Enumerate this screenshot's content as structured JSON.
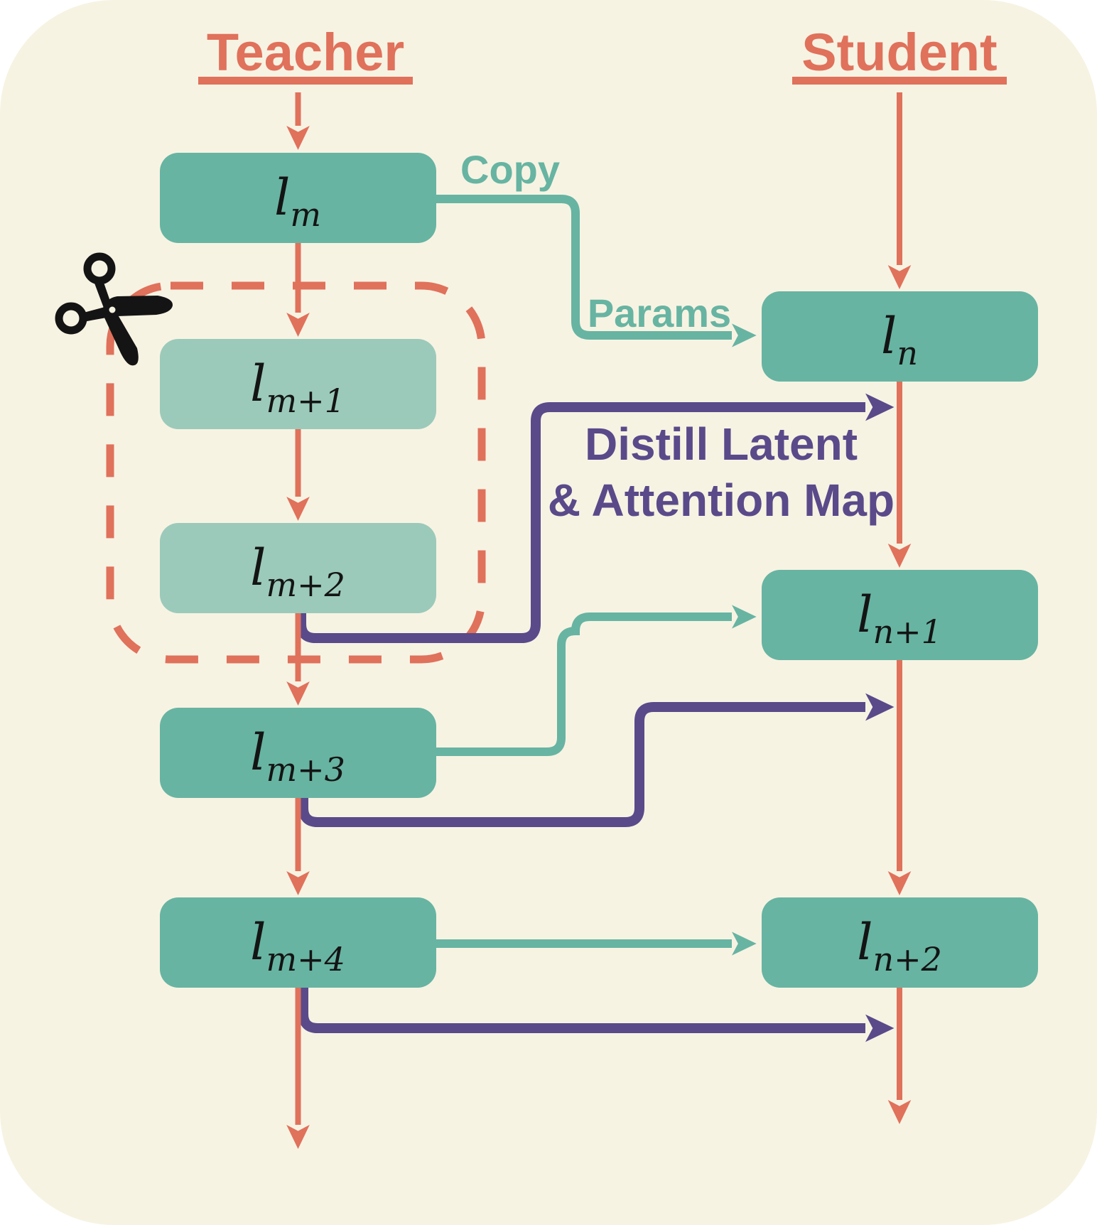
{
  "diagram": {
    "teacher": {
      "title": "Teacher"
    },
    "student": {
      "title": "Student"
    },
    "boxes": {
      "lm": {
        "main": "l",
        "sub": "m"
      },
      "lm1": {
        "main": "l",
        "sub": "m+1"
      },
      "lm2": {
        "main": "l",
        "sub": "m+2"
      },
      "lm3": {
        "main": "l",
        "sub": "m+3"
      },
      "lm4": {
        "main": "l",
        "sub": "m+4"
      },
      "ln": {
        "main": "l",
        "sub": "n"
      },
      "ln1": {
        "main": "l",
        "sub": "n+1"
      },
      "ln2": {
        "main": "l",
        "sub": "n+2"
      }
    },
    "labels": {
      "copy": "Copy",
      "params": "Params",
      "distill_line1": "Distill Latent",
      "distill_line2": "& Attention Map"
    },
    "colors": {
      "cream": "#f7f3e3",
      "teal": "#67b4a2",
      "teal-box": "#67b4a2",
      "teal-light": "#9bcaba",
      "salmon": "#e0715b",
      "purple": "#5a4a8a",
      "ink": "#141414",
      "white": "#ffffff"
    }
  }
}
